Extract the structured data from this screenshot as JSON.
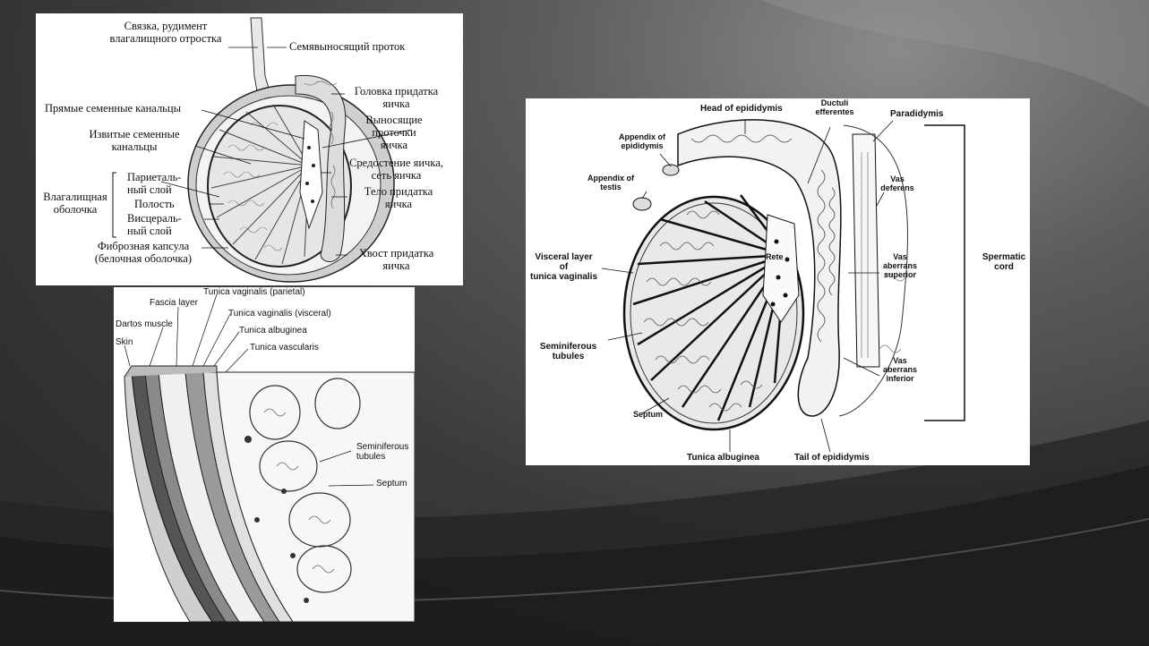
{
  "slide": {
    "background_accent": "#8a8a8a"
  },
  "russian_diagram": {
    "labels": {
      "ligament": "Связка, рудимент",
      "ligament2": "влагалищного отростка",
      "vas_deferens": "Семявыносящий проток",
      "head_epididymis": "Головка придатка",
      "head_epididymis2": "яичка",
      "straight_tubules": "Прямые семенные канальцы",
      "efferent": "Выносящие",
      "efferent2": "проточки",
      "efferent3": "яичка",
      "convoluted": "Извитые семенные",
      "convoluted2": "канальцы",
      "mediastinum": "Средостение яичка,",
      "mediastinum2": "сеть яичка",
      "parietal": "Париеталь-",
      "parietal2": "ный слой",
      "vaginal": "Влагалищная",
      "vaginal2": "оболочка",
      "cavity": "Полость",
      "body_epididymis": "Тело придатка",
      "body_epididymis2": "яичка",
      "visceral": "Висцераль-",
      "visceral2": "ный слой",
      "fibrous": "Фиброзная капсула",
      "fibrous2": "(белочная оболочка)",
      "tail_epididymis": "Хвост придатка",
      "tail_epididymis2": "яичка"
    }
  },
  "layers_diagram": {
    "labels": {
      "tunica_parietal": "Tunica vaginalis (parietal)",
      "fascia": "Fascia layer",
      "tunica_visceral": "Tunica vaginalis (visceral)",
      "dartos": "Dartos muscle",
      "albuginea": "Tunica albuginea",
      "skin": "Skin",
      "vascularis": "Tunica vascularis",
      "seminiferous": "Seminiferous",
      "seminiferous2": "tubules",
      "septum": "Septum"
    }
  },
  "english_diagram": {
    "labels": {
      "head": "Head of epididymis",
      "ductuli": "Ductuli",
      "ductuli2": "efferentes",
      "paradidymis": "Paradidymis",
      "app_epid": "Appendix of",
      "app_epid2": "epididymis",
      "app_testis": "Appendix of",
      "app_testis2": "testis",
      "vas_def": "Vas",
      "vas_def2": "deferens",
      "visceral": "Visceral layer",
      "visceral2": "of",
      "visceral3": "tunica vaginalis",
      "rete": "Rete",
      "spermatic": "Spermatic",
      "spermatic2": "cord",
      "vas_sup": "Vas",
      "vas_sup2": "aberrans",
      "vas_sup3": "superior",
      "semin": "Seminiferous",
      "semin2": "tubules",
      "vas_inf": "Vas",
      "vas_inf2": "aberrans",
      "vas_inf3": "inferior",
      "septum": "Septum",
      "albuginea": "Tunica albuginea",
      "tail": "Tail of epididymis"
    }
  }
}
